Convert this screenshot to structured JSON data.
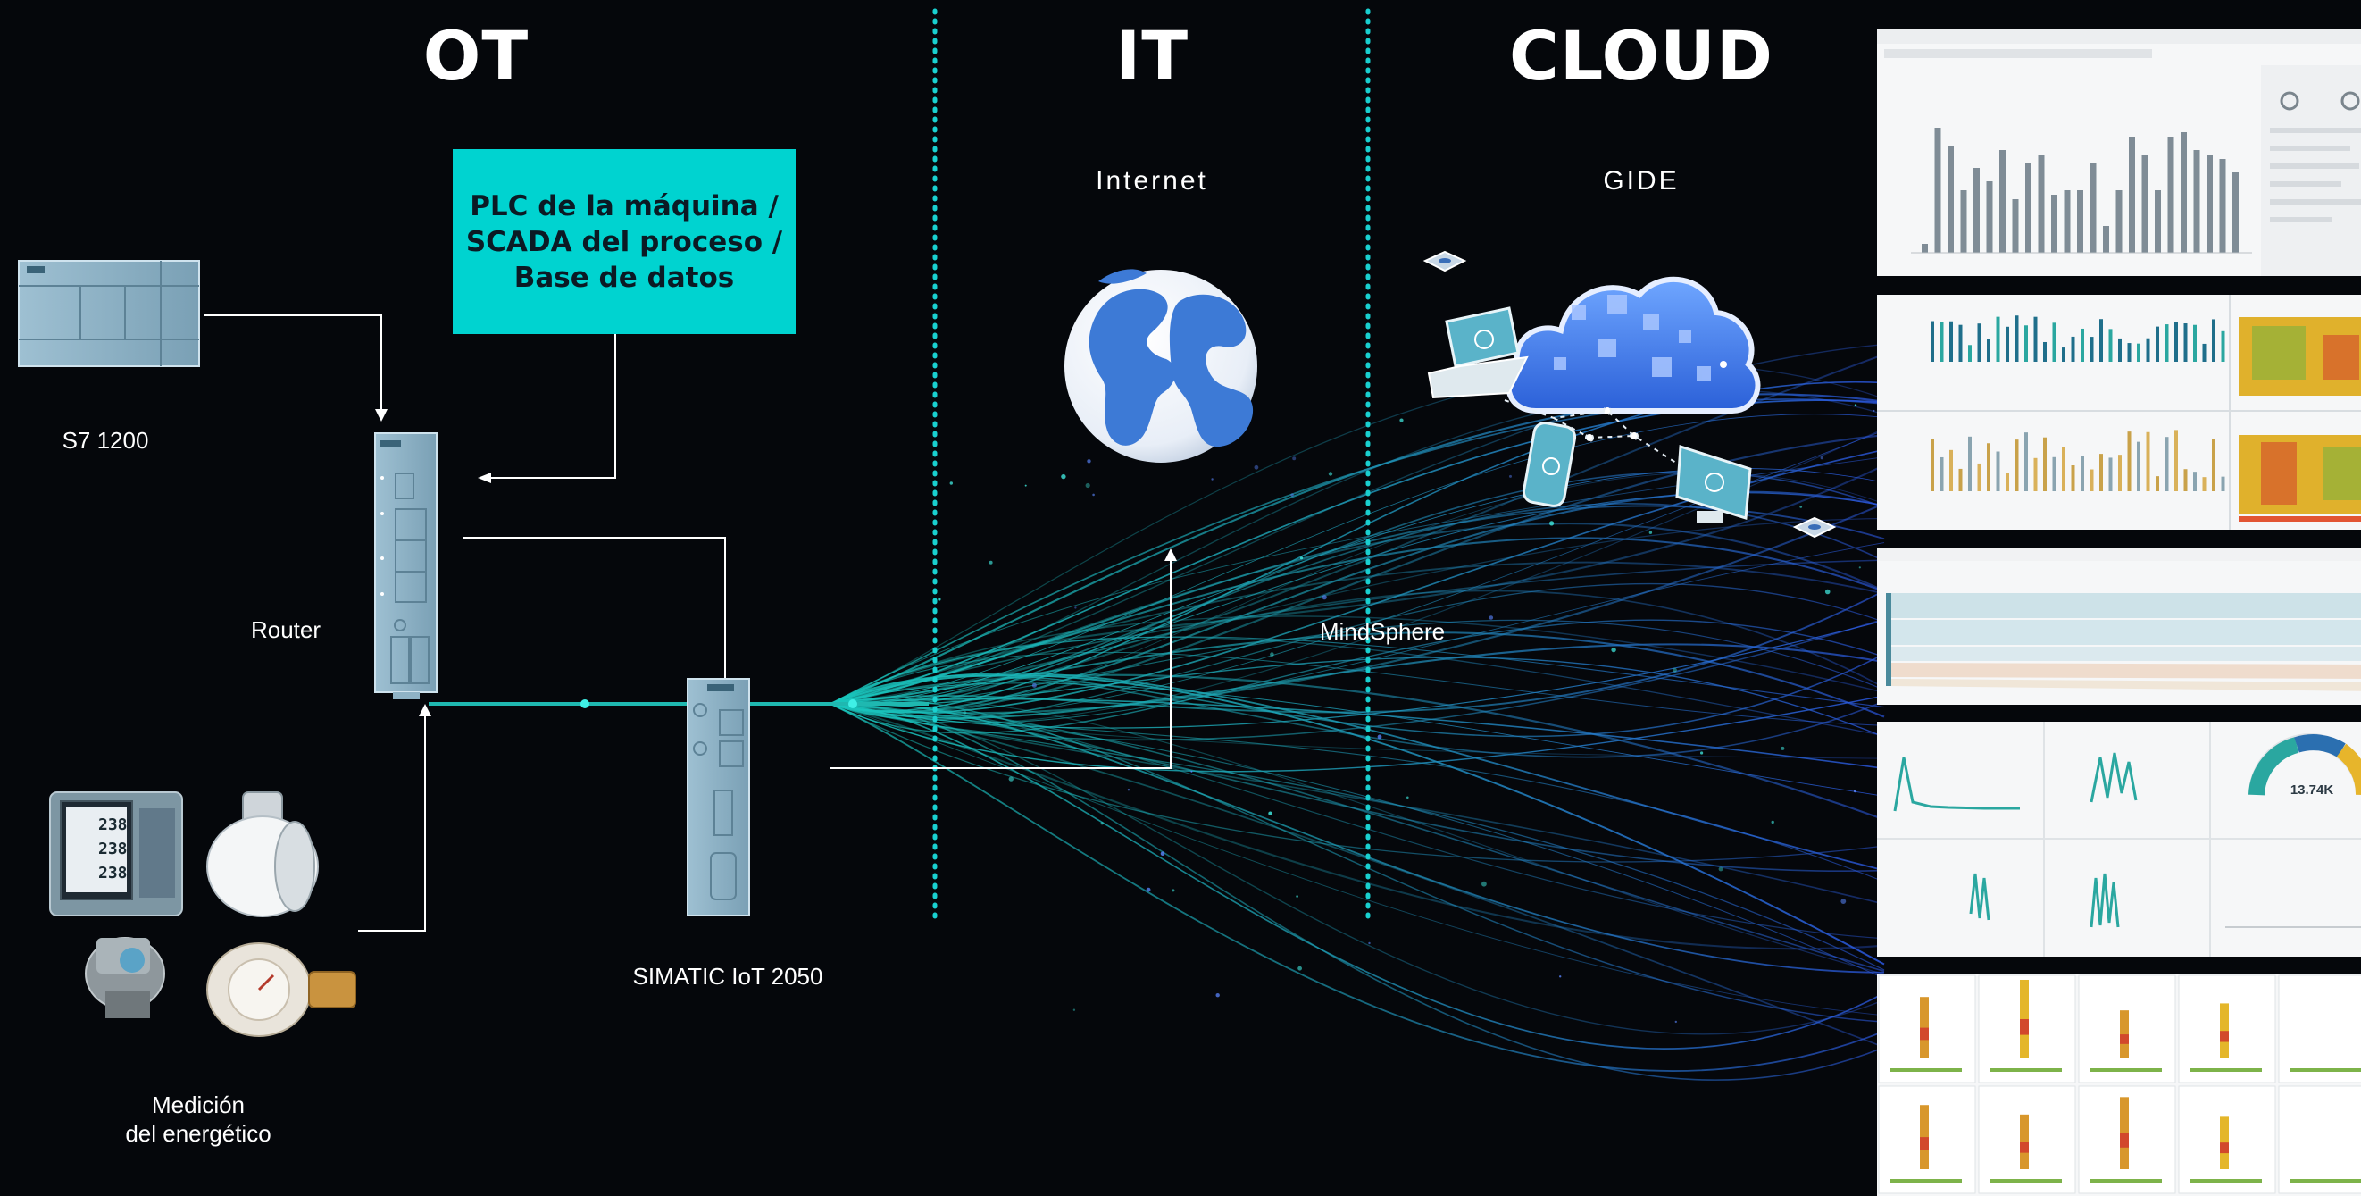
{
  "headings": {
    "ot": "OT",
    "it": "IT",
    "cloud": "CLOUD"
  },
  "plc_box": {
    "lines": [
      "PLC de la máquina /",
      "SCADA del proceso /",
      "Base de datos"
    ]
  },
  "labels": {
    "s7": "S7 1200",
    "router": "Router",
    "simatic": "SIMATIC IoT 2050",
    "medicion_line1": "Medición",
    "medicion_line2": "del energético",
    "internet": "Internet",
    "gide": "GIDE",
    "mindsphere": "MindSphere"
  },
  "meters": {
    "display_values": [
      "238",
      "238",
      "238"
    ]
  },
  "dashboards": {
    "gauge_value": "13.74K"
  },
  "colors": {
    "background": "#05070b",
    "accent_teal": "#00d3d0",
    "divider": "#19d0d0",
    "device_blue": "#8fb3c6",
    "fiber_teal": "#1fb8b0",
    "fiber_blue": "#2a5fd8"
  }
}
